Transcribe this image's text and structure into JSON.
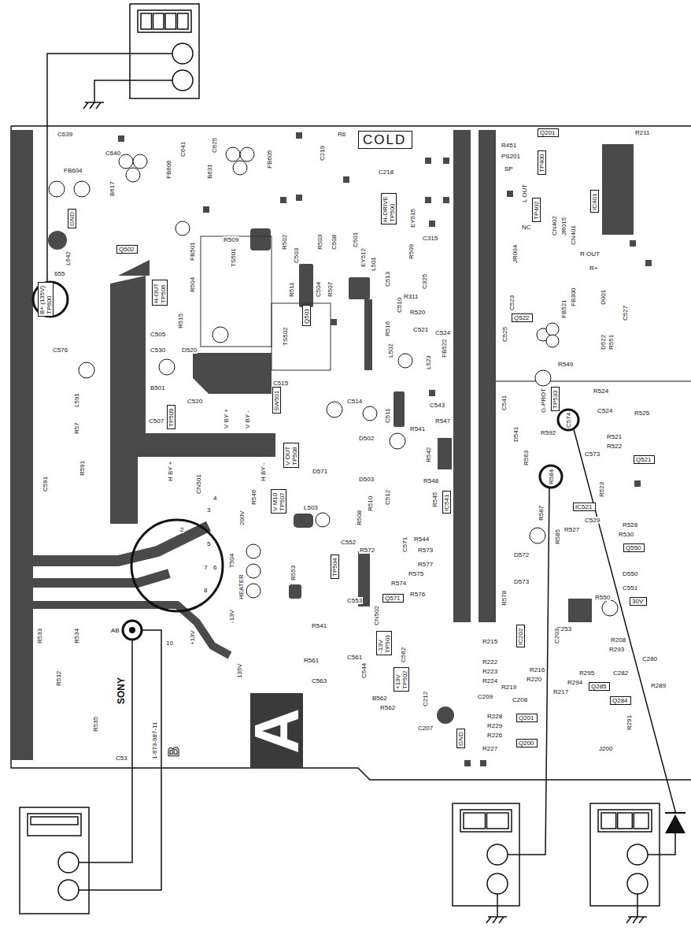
{
  "diagram": {
    "nodes": [
      {
        "text": [
          "COLD"
        ]
      },
      {
        "text": [
          "Q201"
        ]
      },
      {
        "text": [
          "TP400"
        ]
      },
      {
        "text": [
          "TP402"
        ]
      },
      {
        "text": [
          "IC401"
        ]
      },
      {
        "text": [
          "H-DRIVE",
          "TP500"
        ]
      },
      {
        "text": [
          "GND"
        ]
      },
      {
        "text": [
          "Q502"
        ]
      },
      {
        "text": [
          "B+ (135V)",
          "TP600"
        ]
      },
      {
        "text": [
          "H-OUT",
          "TP506"
        ]
      },
      {
        "text": [
          "Q501"
        ]
      },
      {
        "text": [
          "Q522"
        ]
      },
      {
        "text": [
          "TP509"
        ]
      },
      {
        "text": [
          "SW501"
        ]
      },
      {
        "text": [
          "TP533"
        ]
      },
      {
        "text": [
          "V OUT",
          "TP508"
        ]
      },
      {
        "text": [
          "V M10",
          "TP507"
        ]
      },
      {
        "text": [
          "IC541"
        ]
      },
      {
        "text": [
          "IC521"
        ]
      },
      {
        "text": [
          "Q521"
        ]
      },
      {
        "text": [
          "Q550"
        ]
      },
      {
        "text": [
          "TP504"
        ]
      },
      {
        "text": [
          "Q571"
        ]
      },
      {
        "text": [
          "30V"
        ]
      },
      {
        "text": [
          "-13V",
          "TP501"
        ]
      },
      {
        "text": [
          "+13V",
          "TP502"
        ]
      },
      {
        "text": [
          "IC202"
        ]
      },
      {
        "text": [
          "Q285"
        ]
      },
      {
        "text": [
          "Q284"
        ]
      },
      {
        "text": [
          "Q201"
        ]
      },
      {
        "text": [
          "Q200"
        ]
      },
      {
        "text": [
          "GND"
        ]
      },
      {
        "text": [
          "A"
        ]
      }
    ],
    "labels": [
      "C639",
      "C640",
      "C641",
      "C625",
      "C219",
      "R6",
      "C218",
      "R451",
      "PS201",
      "SP",
      "R211",
      "FB604",
      "B617",
      "FB606",
      "B631",
      "FB605",
      "R509",
      "FB501",
      "R502",
      "R503",
      "C508",
      "C501",
      "EY515",
      "R509",
      "C315",
      "CN402",
      "NC",
      "L OUT",
      "JR015",
      "JR004",
      "CN401",
      "R OUT",
      "R+",
      "L642",
      "655",
      "C505",
      "R504",
      "R515",
      "TS501",
      "C503",
      "C504",
      "R507",
      "R511",
      "TS502",
      "EY512",
      "L501",
      "C513",
      "R516",
      "C510",
      "C325",
      "R311",
      "R520",
      "C521",
      "C524",
      "FB522",
      "C523",
      "C525",
      "FB521",
      "FB300",
      "D001",
      "C527",
      "L502",
      "L523",
      "C576",
      "C530",
      "D520",
      "C515",
      "B501",
      "C520",
      "C507",
      "C514",
      "C511",
      "C543",
      "C541",
      "R549",
      "D522",
      "R551",
      "R524",
      "G-PROT",
      "C574",
      "C524",
      "R525",
      "R57",
      "L591",
      "R591",
      "C591",
      "H BY +",
      "V BY +",
      "V BY -",
      "H BY -",
      "R546",
      "CN501",
      "D502",
      "D503",
      "R541",
      "R547",
      "R542",
      "R548",
      "D541",
      "R563",
      "R592",
      "C573",
      "R521",
      "R522",
      "R523",
      "R584",
      "R545",
      "R587",
      "D571",
      "R510",
      "C512",
      "L503",
      "C552",
      "R508",
      "C529",
      "R528",
      "R585",
      "R527",
      "R530",
      "200V",
      "4",
      "3",
      "2",
      "5",
      "7",
      "6",
      "8",
      "T504",
      "HEATER",
      "-13V",
      "+13V",
      "135V",
      "R553",
      "C553",
      "C571",
      "R544",
      "R572",
      "R573",
      "R577",
      "R575",
      "R574",
      "R576",
      "CN502",
      "R578",
      "D572",
      "D573",
      "D550",
      "R550",
      "C551",
      "R253",
      "R533",
      "R534",
      "R532",
      "AB",
      "10",
      "R541",
      "R561",
      "C561",
      "C562",
      "C544",
      "C563",
      "B562",
      "R562",
      "C212",
      "C207",
      "R215",
      "R222",
      "R223",
      "R224",
      "C209",
      "R219",
      "R220",
      "R216",
      "R217",
      "C208",
      "C203",
      "R208",
      "R293",
      "C280",
      "R295",
      "C282",
      "R294",
      "R289",
      "R228",
      "R229",
      "R226",
      "R227",
      "J200",
      "R291",
      "SONY",
      "1-673-987-11",
      "B",
      "C53",
      "R535"
    ]
  }
}
